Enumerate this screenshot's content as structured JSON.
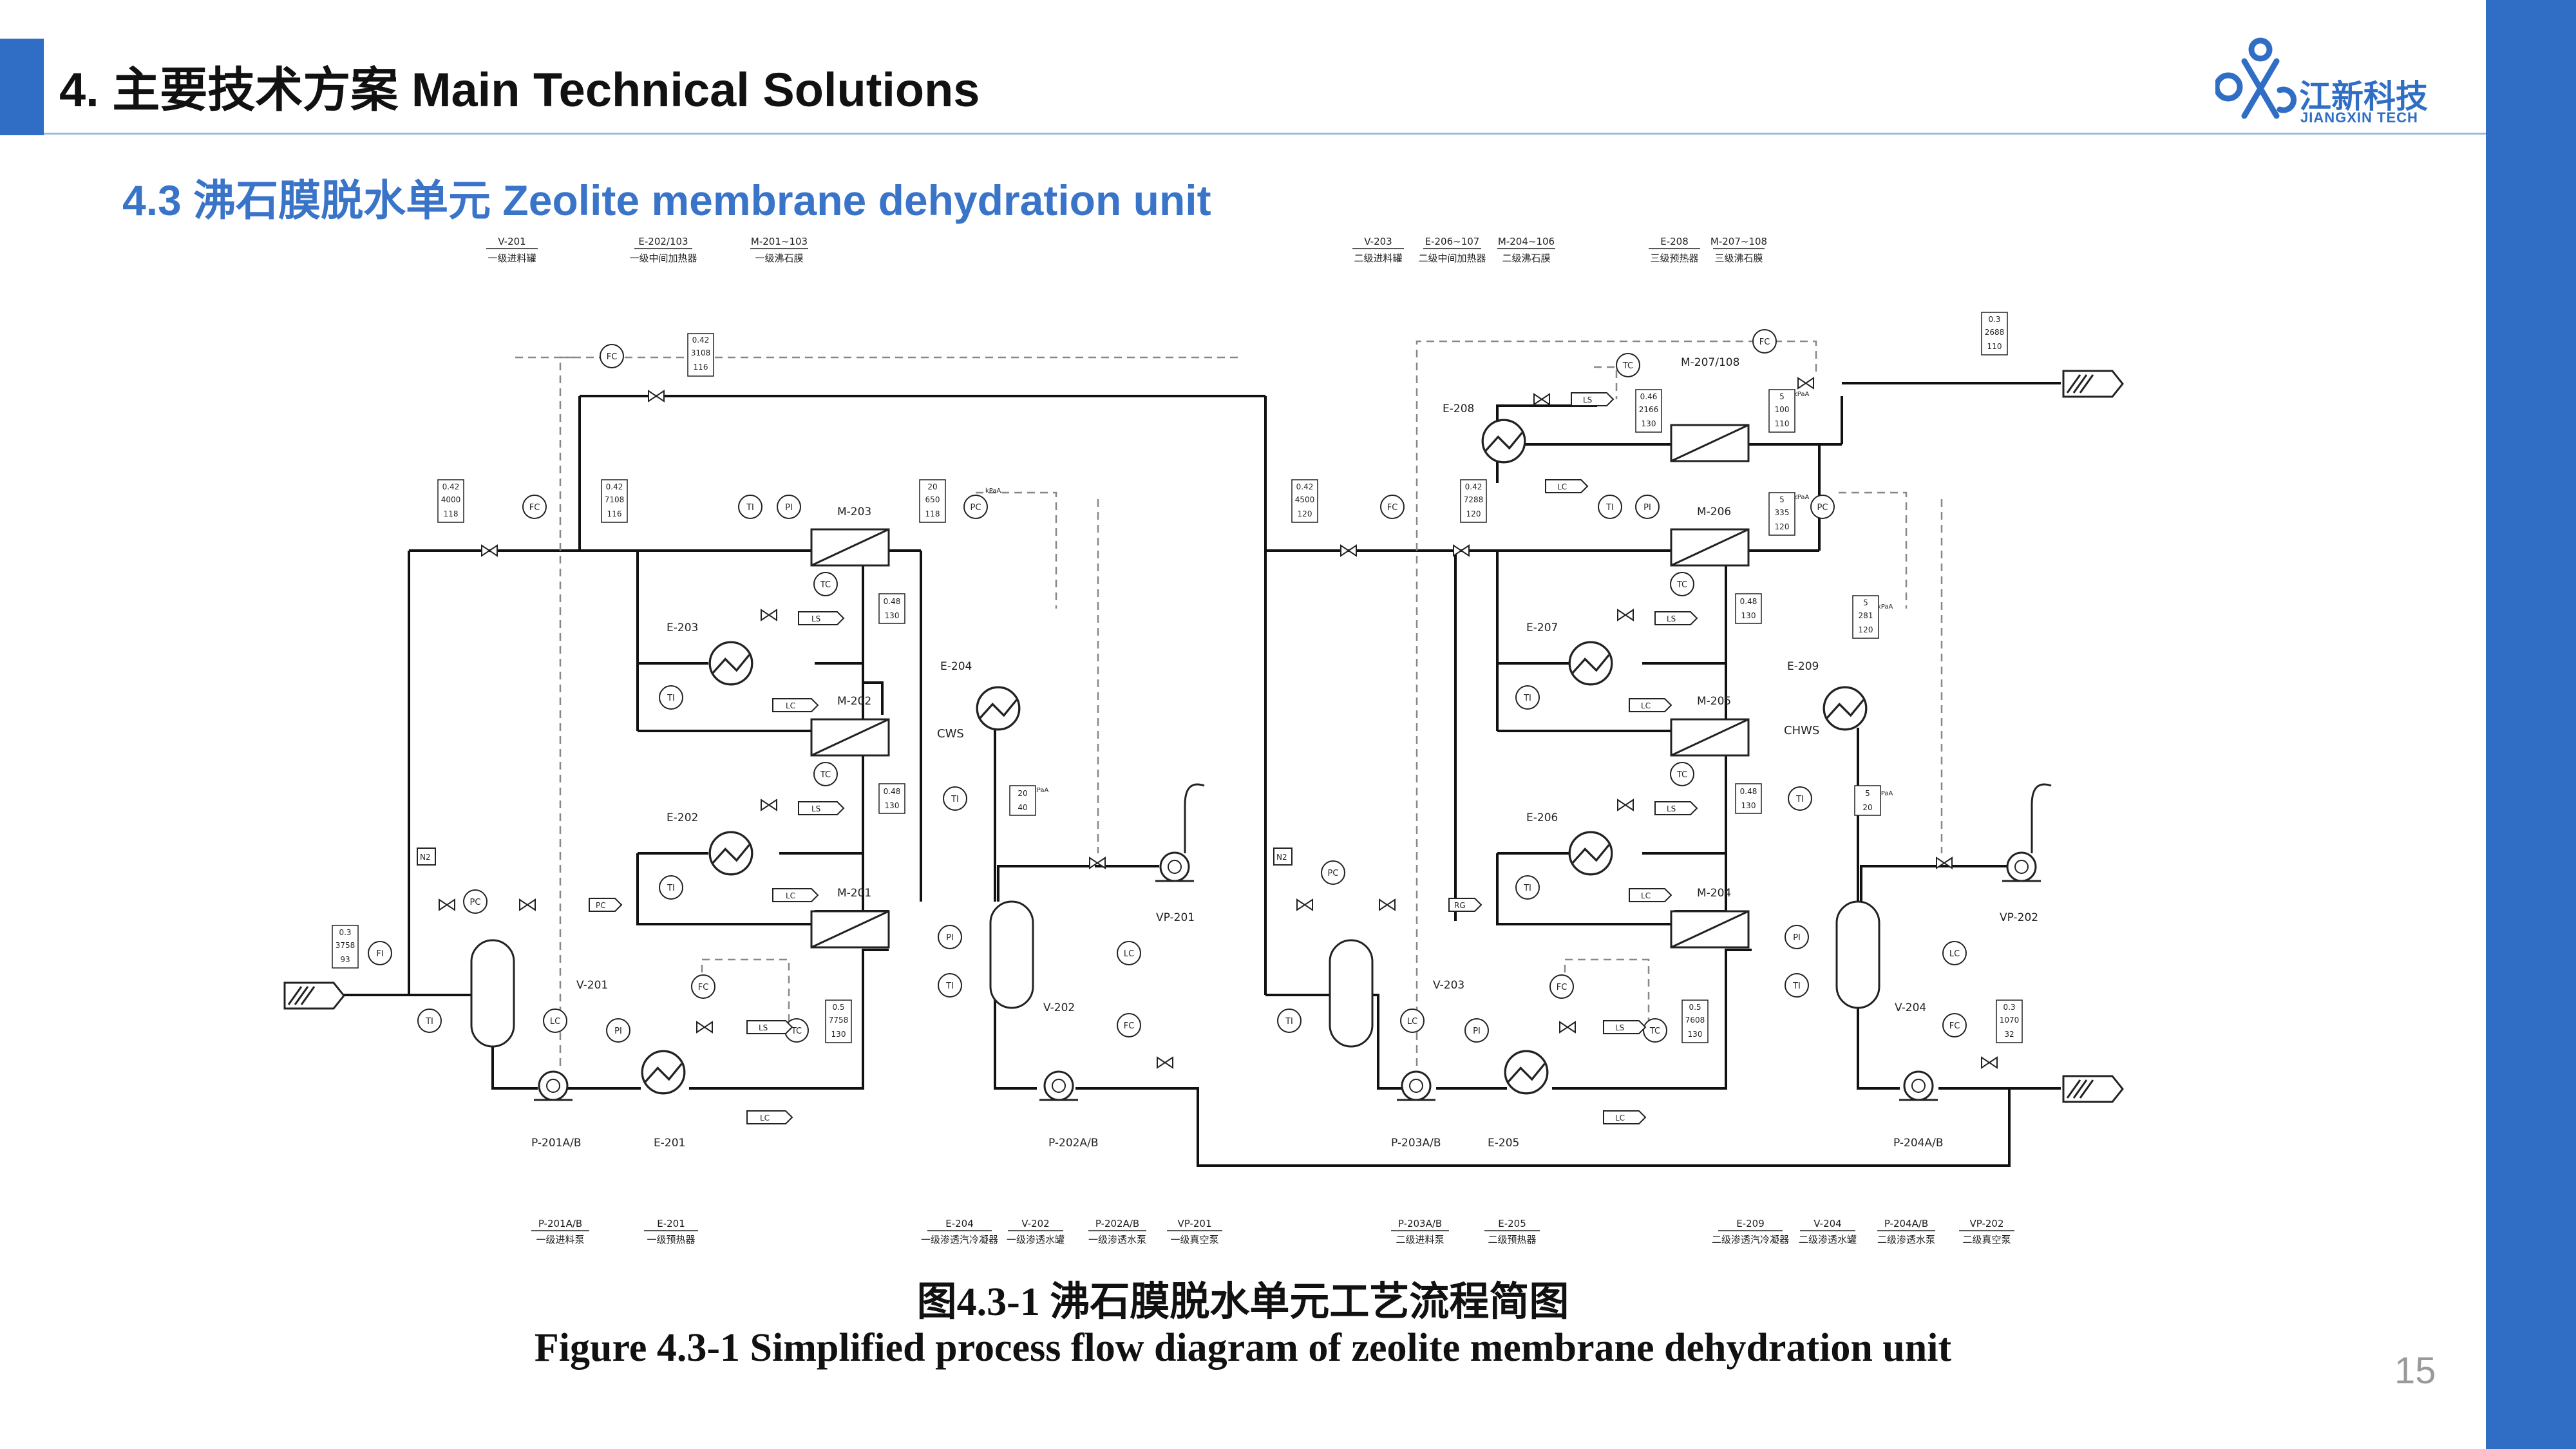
{
  "header": {
    "title": "4. 主要技术方案 Main Technical Solutions",
    "subtitle": "4.3 沸石膜脱水单元 Zeolite membrane dehydration unit"
  },
  "logo": {
    "name_cn": "江新科技",
    "name_en": "JIANGXIN TECH"
  },
  "colors": {
    "brand_blue": "#2F6EC4",
    "subtitle_blue": "#3A74C9"
  },
  "top_labels": [
    {
      "tag": "V-201",
      "desc": "一级进料罐"
    },
    {
      "tag": "E-202/103",
      "desc": "一级中间加热器"
    },
    {
      "tag": "M-201~103",
      "desc": "一级沸石膜"
    },
    {
      "tag": "V-203",
      "desc": "二级进料罐"
    },
    {
      "tag": "E-206~107",
      "desc": "二级中间加热器"
    },
    {
      "tag": "M-204~106",
      "desc": "二级沸石膜"
    },
    {
      "tag": "E-208",
      "desc": "三级预热器"
    },
    {
      "tag": "M-207~108",
      "desc": "三级沸石膜"
    }
  ],
  "bottom_labels": [
    {
      "tag": "P-201A/B",
      "desc": "一级进料泵"
    },
    {
      "tag": "E-201",
      "desc": "一级预热器"
    },
    {
      "tag": "E-204",
      "desc": "一级渗透汽冷凝器"
    },
    {
      "tag": "V-202",
      "desc": "一级渗透水罐"
    },
    {
      "tag": "P-202A/B",
      "desc": "一级渗透水泵"
    },
    {
      "tag": "VP-201",
      "desc": "一级真空泵"
    },
    {
      "tag": "P-203A/B",
      "desc": "二级进料泵"
    },
    {
      "tag": "E-205",
      "desc": "二级预热器"
    },
    {
      "tag": "E-209",
      "desc": "二级渗透汽冷凝器"
    },
    {
      "tag": "V-204",
      "desc": "二级渗透水罐"
    },
    {
      "tag": "P-204A/B",
      "desc": "二级渗透水泵"
    },
    {
      "tag": "VP-202",
      "desc": "二级真空泵"
    }
  ],
  "equipment_tags": {
    "m203": "M-203",
    "m202": "M-202",
    "m201": "M-201",
    "e203": "E-203",
    "e202": "E-202",
    "e204": "E-204",
    "e201": "E-201",
    "v201": "V-201",
    "v202": "V-202",
    "p201": "P-201A/B",
    "p202": "P-202A/B",
    "vp201": "VP-201",
    "m206": "M-206",
    "m205": "M-205",
    "m204": "M-204",
    "m207": "M-207/108",
    "e207": "E-207",
    "e206": "E-206",
    "e208": "E-208",
    "e209": "E-209",
    "e205": "E-205",
    "v203": "V-203",
    "v204": "V-204",
    "p203": "P-203A/B",
    "p204": "P-204A/B",
    "vp202": "VP-202"
  },
  "instruments": {
    "fc": "FC",
    "pc": "PC",
    "ti": "TI",
    "pi": "PI",
    "tc": "TC",
    "lc": "LC",
    "ls": "LS",
    "fi": "FI",
    "cws": "CWS",
    "chws": "CHWS",
    "n2": "N2",
    "rg": "RG",
    "kpa": "kPaA"
  },
  "flags": {
    "f1": [
      "0.42",
      "3108",
      "116"
    ],
    "f2": [
      "0.42",
      "4000",
      "118"
    ],
    "f3": [
      "0.42",
      "7108",
      "116"
    ],
    "f4": [
      "20",
      "650",
      "118"
    ],
    "f5": [
      "0.48",
      "130"
    ],
    "f6": [
      "0.48",
      "130"
    ],
    "f7": [
      "20",
      "40"
    ],
    "f8": [
      "0.3",
      "3758",
      "93"
    ],
    "f9": [
      "0.5",
      "7758",
      "130"
    ],
    "f10": [
      "0.3",
      "2688",
      "110"
    ],
    "f11": [
      "0.46",
      "2166",
      "130"
    ],
    "f12": [
      "5",
      "100",
      "110"
    ],
    "f13": [
      "0.42",
      "4500",
      "120"
    ],
    "f14": [
      "0.42",
      "7288",
      "120"
    ],
    "f15": [
      "5",
      "335",
      "120"
    ],
    "f16": [
      "0.48",
      "130"
    ],
    "f17": [
      "5",
      "281",
      "120"
    ],
    "f18": [
      "0.48",
      "130"
    ],
    "f19": [
      "5",
      "20"
    ],
    "f20": [
      "0.5",
      "7608",
      "130"
    ],
    "f21": [
      "0.3",
      "1070",
      "32"
    ]
  },
  "caption": {
    "cn": "图4.3-1 沸石膜脱水单元工艺流程简图",
    "en": "Figure 4.3-1 Simplified process flow diagram of zeolite membrane dehydration unit"
  },
  "page_number": "15"
}
